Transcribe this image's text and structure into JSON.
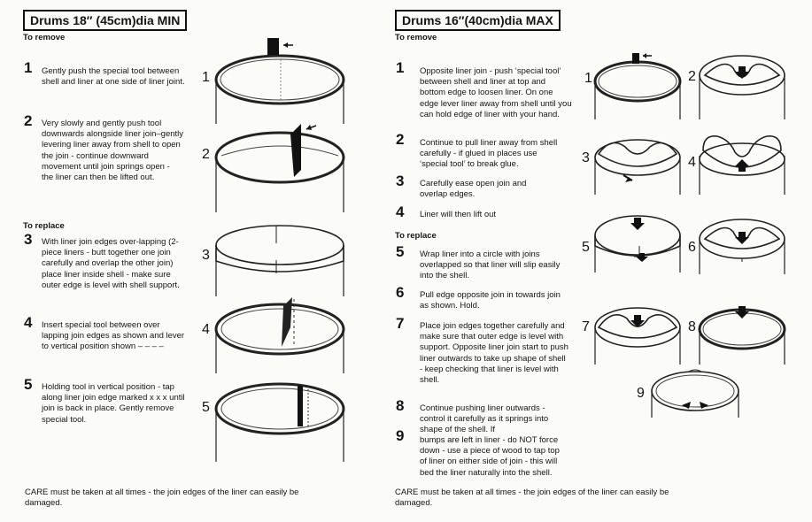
{
  "left": {
    "title": "Drums 18″ (45cm)dia MIN",
    "remove_heading": "To remove",
    "replace_heading": "To replace",
    "steps": [
      {
        "num": "1",
        "text": "Gently push the special tool between shell and liner at one side of liner joint."
      },
      {
        "num": "2",
        "text": "Very slowly and gently push tool downwards alongside liner join–gently levering liner away from shell to open the join - continue downward movement until join springs open - the liner can then be lifted out."
      },
      {
        "num": "3",
        "text": "With liner join edges over-lapping (2-piece liners - butt together one join carefully and overlap the other join) place liner inside shell - make sure outer edge is level with shell support."
      },
      {
        "num": "4",
        "text": "Insert special tool between over lapping join edges as shown and lever to vertical position shown – – – –"
      },
      {
        "num": "5",
        "text": "Holding tool in vertical position - tap along liner join edge marked x x x until join is back in place. Gently remove special tool."
      }
    ],
    "figure_labels": [
      "1",
      "2",
      "3",
      "4",
      "5"
    ],
    "care": "CARE must be taken at all times - the join edges of the liner can easily be damaged."
  },
  "right": {
    "title": "Drums 16″(40cm)dia MAX",
    "remove_heading": "To remove",
    "replace_heading": "To replace",
    "steps": [
      {
        "num": "1",
        "text": "Opposite liner join - push ‘special tool’ between shell and liner at top and bottom edge to loosen liner. On one edge lever liner away from shell until you can hold edge of liner with your hand."
      },
      {
        "num": "2",
        "text": "Continue to pull liner away from shell carefully - if glued in places use ‘special tool’ to break glue."
      },
      {
        "num": "3",
        "text": "Carefully ease open join and overlap edges."
      },
      {
        "num": "4",
        "text": "Liner will then lift out"
      },
      {
        "num": "5",
        "text": "Wrap liner into a circle with joins overlapped so that liner will slip easily into the shell."
      },
      {
        "num": "6",
        "text": "Pull edge opposite join in towards join as shown. Hold."
      },
      {
        "num": "7",
        "text": "Place join edges together carefully and make sure that outer edge is level with support. Opposite liner join start to push liner outwards to take up shape of shell - keep checking that liner is level with shell."
      },
      {
        "num": "8",
        "text": "Continue pushing liner outwards - control it carefully as it springs into shape of the shell. If"
      },
      {
        "num": "9",
        "text": "bumps are left in liner - do NOT force down - use a piece of wood to tap top of liner on either side of join - this will bed the liner naturally into the shell."
      }
    ],
    "figure_labels": [
      "1",
      "2",
      "3",
      "4",
      "5",
      "6",
      "7",
      "8",
      "9"
    ],
    "care": "CARE must be taken at all times - the join edges of the liner can easily be damaged."
  }
}
